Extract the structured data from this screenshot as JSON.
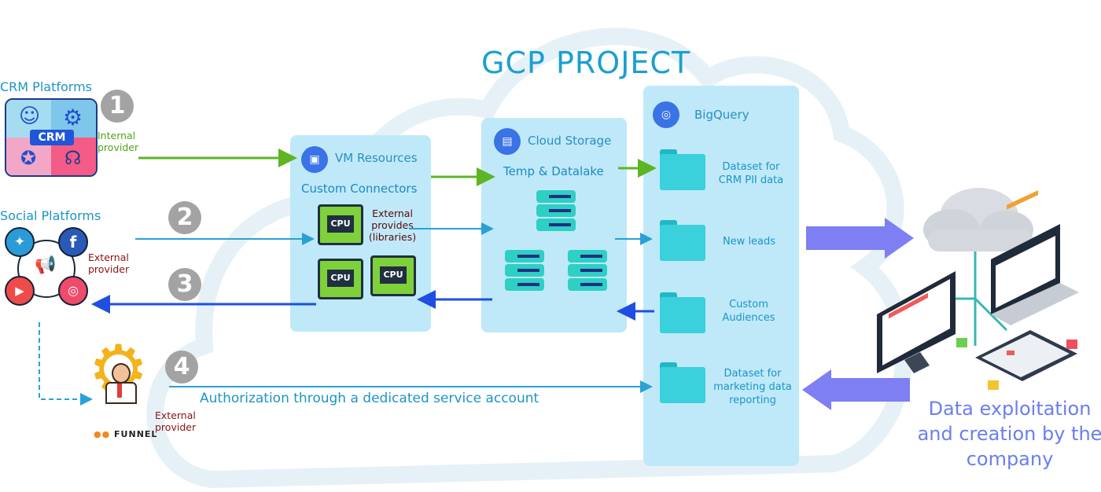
{
  "title": "GCP PROJECT",
  "sources": {
    "crm": {
      "title": "CRM Platforms",
      "logo_text": "CRM",
      "step": "1",
      "provider": "Internal provider"
    },
    "social": {
      "title": "Social Platforms",
      "step": "2",
      "provider": "External provider"
    },
    "step3": "3",
    "funnel": {
      "step": "4",
      "logo_text": "FUNNEL",
      "provider": "External provider"
    }
  },
  "vm": {
    "title": "VM Resources",
    "subtitle": "Custom Connectors",
    "note": "External provides (libraries)",
    "cpu_label": "CPU"
  },
  "storage": {
    "title": "Cloud Storage",
    "subtitle": "Temp & Datalake"
  },
  "bigquery": {
    "title": "BigQuery",
    "datasets": [
      "Dataset for CRM PII data",
      "New leads",
      "Custom Audiences",
      "Dataset for marketing data reporting"
    ]
  },
  "authorization": "Authorization through a dedicated service account",
  "company_text": "Data exploitation and creation by the company",
  "colors": {
    "green": "#5db524",
    "light_blue": "#2aa0d4",
    "dark_blue": "#1e4fe0",
    "cloud_outline": "#e3eef5",
    "big_arrow": "#7d7ff2"
  }
}
